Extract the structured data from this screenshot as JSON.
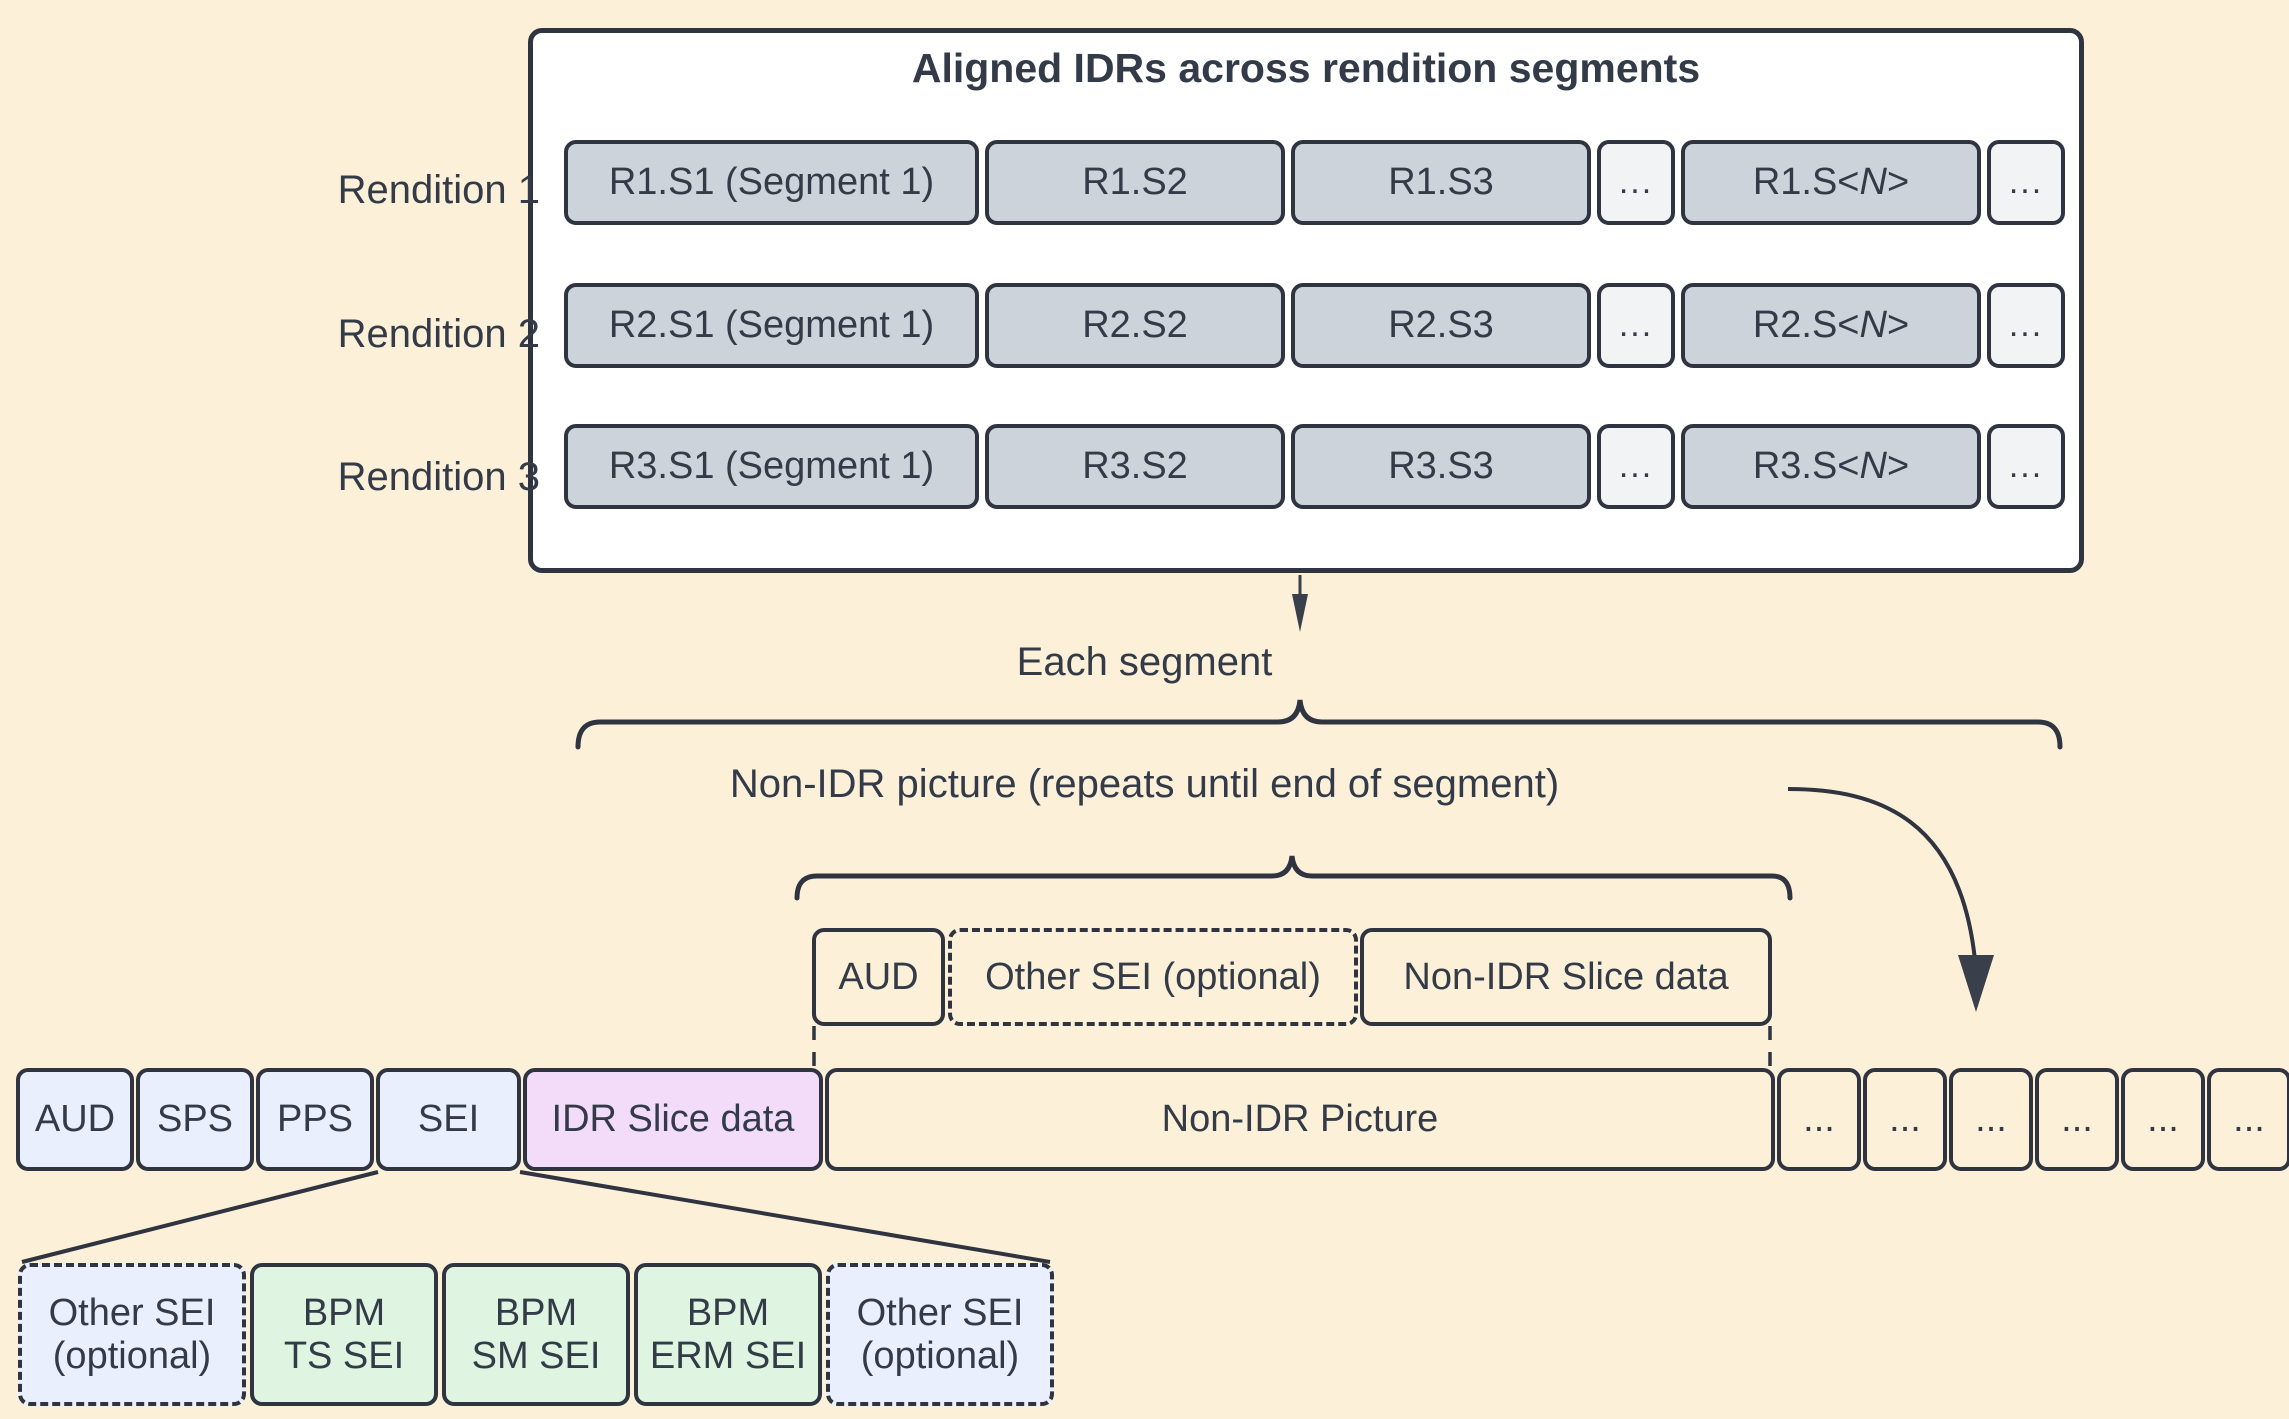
{
  "diagram": {
    "background_color": "#fdf0d8",
    "stroke_color": "#2f3440",
    "panel": {
      "title": "Aligned IDRs across rendition segments",
      "background_color": "#ffffff",
      "segment_fill": "#ccd3da",
      "ellipsis_fill": "#f1f3f5",
      "rows": [
        {
          "label": "Rendition 1",
          "cells": [
            {
              "text": "R1.S1 (Segment 1)",
              "kind": "segment"
            },
            {
              "text": "R1.S2",
              "kind": "segment"
            },
            {
              "text": "R1.S3",
              "kind": "segment"
            },
            {
              "text": "...",
              "kind": "ellipsis"
            },
            {
              "text": "R1.S<N>",
              "kind": "segment",
              "italic_part": "N"
            },
            {
              "text": "...",
              "kind": "ellipsis"
            }
          ]
        },
        {
          "label": "Rendition 2",
          "cells": [
            {
              "text": "R2.S1 (Segment 1)",
              "kind": "segment"
            },
            {
              "text": "R2.S2",
              "kind": "segment"
            },
            {
              "text": "R2.S3",
              "kind": "segment"
            },
            {
              "text": "...",
              "kind": "ellipsis"
            },
            {
              "text": "R2.S<N>",
              "kind": "segment",
              "italic_part": "N"
            },
            {
              "text": "...",
              "kind": "ellipsis"
            }
          ]
        },
        {
          "label": "Rendition 3",
          "cells": [
            {
              "text": "R3.S1 (Segment 1)",
              "kind": "segment"
            },
            {
              "text": "R3.S2",
              "kind": "segment"
            },
            {
              "text": "R3.S3",
              "kind": "segment"
            },
            {
              "text": "...",
              "kind": "ellipsis"
            },
            {
              "text": "R3.S<N>",
              "kind": "segment",
              "italic_part": "N"
            },
            {
              "text": "...",
              "kind": "ellipsis"
            }
          ]
        }
      ]
    },
    "each_segment_label": "Each segment",
    "non_idr_bracket_label": "Non-IDR picture (repeats until end of segment)",
    "non_idr_picture_detail": {
      "cells": [
        {
          "text": "AUD",
          "style": "solid-cream"
        },
        {
          "text": "Other SEI (optional)",
          "style": "dashed-cream"
        },
        {
          "text": "Non-IDR Slice data",
          "style": "solid-cream"
        }
      ]
    },
    "main_row": {
      "cells": [
        {
          "text": "AUD",
          "fill": "#e9effc"
        },
        {
          "text": "SPS",
          "fill": "#e9effc"
        },
        {
          "text": "PPS",
          "fill": "#e9effc"
        },
        {
          "text": "SEI",
          "fill": "#e9effc"
        },
        {
          "text": "IDR Slice data",
          "fill": "#f2dcfa"
        },
        {
          "text": "Non-IDR Picture",
          "fill": "#fdf0d8"
        },
        {
          "text": "...",
          "fill": "#fdf0d8"
        },
        {
          "text": "...",
          "fill": "#fdf0d8"
        },
        {
          "text": "...",
          "fill": "#fdf0d8"
        },
        {
          "text": "...",
          "fill": "#fdf0d8"
        },
        {
          "text": "...",
          "fill": "#fdf0d8"
        },
        {
          "text": "...",
          "fill": "#fdf0d8"
        }
      ]
    },
    "sei_detail": {
      "cells": [
        {
          "line1": "Other SEI",
          "line2": "(optional)",
          "fill": "#e9effc",
          "border": "dashed"
        },
        {
          "line1": "BPM",
          "line2": "TS SEI",
          "fill": "#dff5e2",
          "border": "solid"
        },
        {
          "line1": "BPM",
          "line2": "SM SEI",
          "fill": "#dff5e2",
          "border": "solid"
        },
        {
          "line1": "BPM",
          "line2": "ERM SEI",
          "fill": "#dff5e2",
          "border": "solid"
        },
        {
          "line1": "Other SEI",
          "line2": "(optional)",
          "fill": "#e9effc",
          "border": "dashed"
        }
      ]
    }
  }
}
